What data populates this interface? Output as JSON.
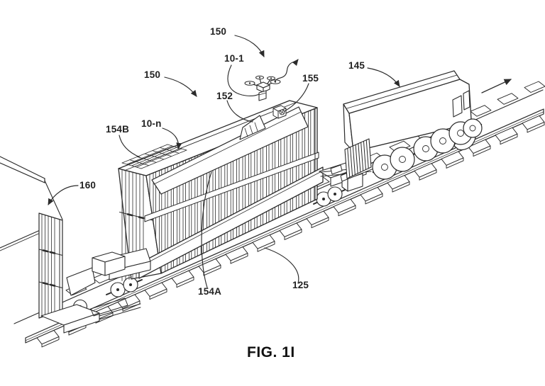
{
  "figure": {
    "caption": "FIG. 1I"
  },
  "labels": [
    {
      "id": "150-upper",
      "text": "150"
    },
    {
      "id": "10-1",
      "text": "10-1"
    },
    {
      "id": "155",
      "text": "155"
    },
    {
      "id": "152",
      "text": "152"
    },
    {
      "id": "150-lower",
      "text": "150"
    },
    {
      "id": "10-n",
      "text": "10-n"
    },
    {
      "id": "154B",
      "text": "154B"
    },
    {
      "id": "160",
      "text": "160"
    },
    {
      "id": "154A",
      "text": "154A"
    },
    {
      "id": "125",
      "text": "125"
    },
    {
      "id": "145",
      "text": "145"
    }
  ],
  "icons": {
    "uav": "quadcopter-drone-icon",
    "launch_path": "squiggle-arrow-icon",
    "travel_direction": "straight-right-arrow-icon"
  },
  "colors": {
    "ink": "#2b2b2b",
    "background": "#ffffff"
  }
}
